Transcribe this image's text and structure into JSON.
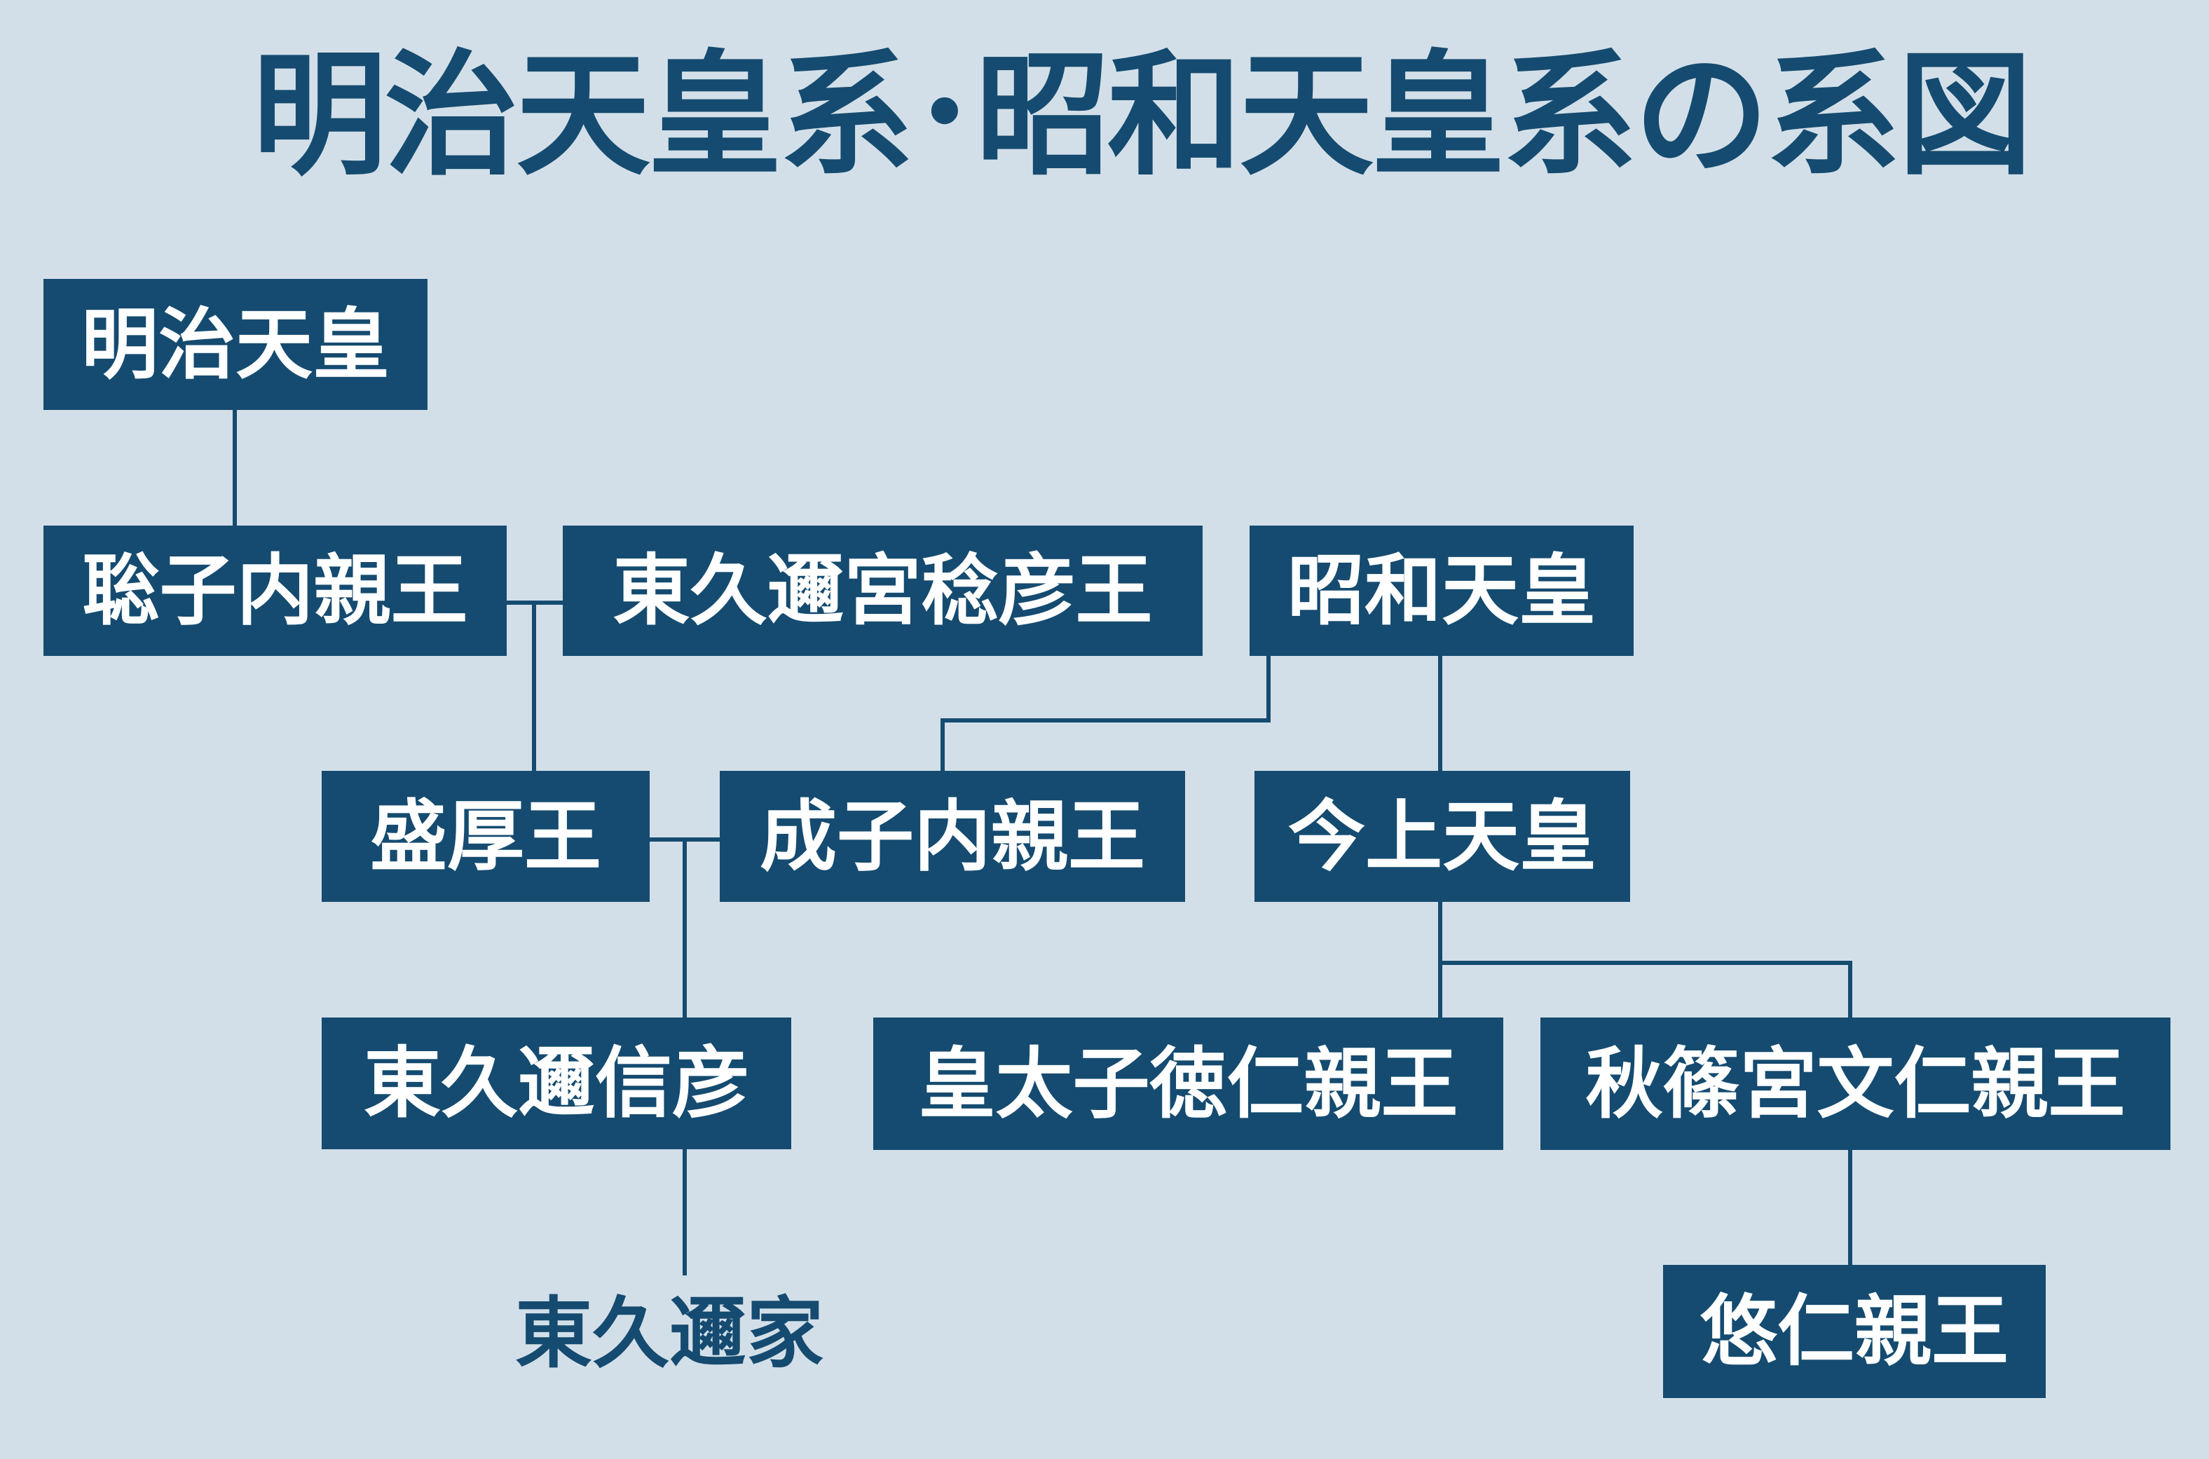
{
  "title": "明治天皇系･昭和天皇系の系図",
  "colors": {
    "background": "#d3dfe8",
    "box": "#154b70",
    "box_text": "#ffffff",
    "line": "#154b70"
  },
  "nodes": {
    "meiji": "明治天皇",
    "toshiko": "聡子内親王",
    "naruhiko": "東久邇宮稔彦王",
    "showa": "昭和天皇",
    "morihiro": "盛厚王",
    "shigeko": "成子内親王",
    "kinjo": "今上天皇",
    "nobuhiko": "東久邇信彦",
    "naruhito": "皇太子徳仁親王",
    "akishino": "秋篠宮文仁親王",
    "hisahito": "悠仁親王",
    "higashikuni_family": "東久邇家"
  }
}
